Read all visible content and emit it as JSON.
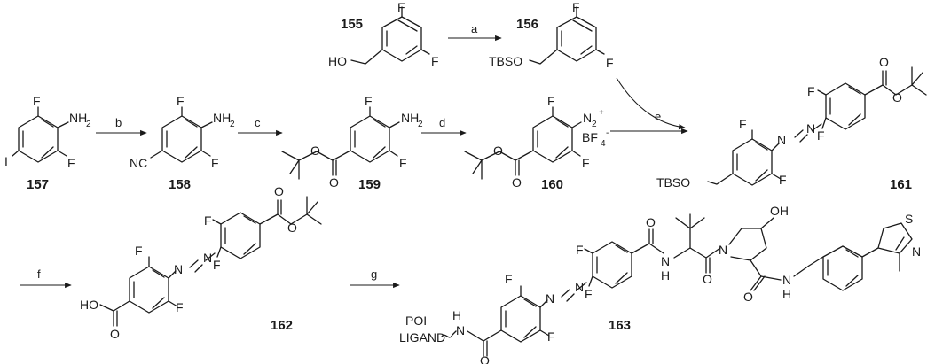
{
  "compounds": {
    "c155": {
      "id": "155"
    },
    "c156": {
      "id": "156"
    },
    "c157": {
      "id": "157"
    },
    "c158": {
      "id": "158"
    },
    "c159": {
      "id": "159"
    },
    "c160": {
      "id": "160"
    },
    "c161": {
      "id": "161"
    },
    "c162": {
      "id": "162"
    },
    "c163": {
      "id": "163"
    }
  },
  "steps": {
    "a": "a",
    "b": "b",
    "c": "c",
    "d": "d",
    "e": "e",
    "f": "f",
    "g": "g"
  },
  "atoms": {
    "F": "F",
    "I": "I",
    "O": "O",
    "N": "N",
    "S": "S",
    "H": "H",
    "NH2": "NH",
    "sub2": "2",
    "N2": "N",
    "plus": "+",
    "BF4": "BF",
    "sub4": "4",
    "minus": "-",
    "HO": "HO",
    "OH": "OH",
    "NC": "NC",
    "TBSO": "TBSO",
    "POI": "POI",
    "LIGAND": "LIGAND"
  },
  "colors": {
    "ink": "#1a1a1a",
    "background": "#ffffff"
  }
}
